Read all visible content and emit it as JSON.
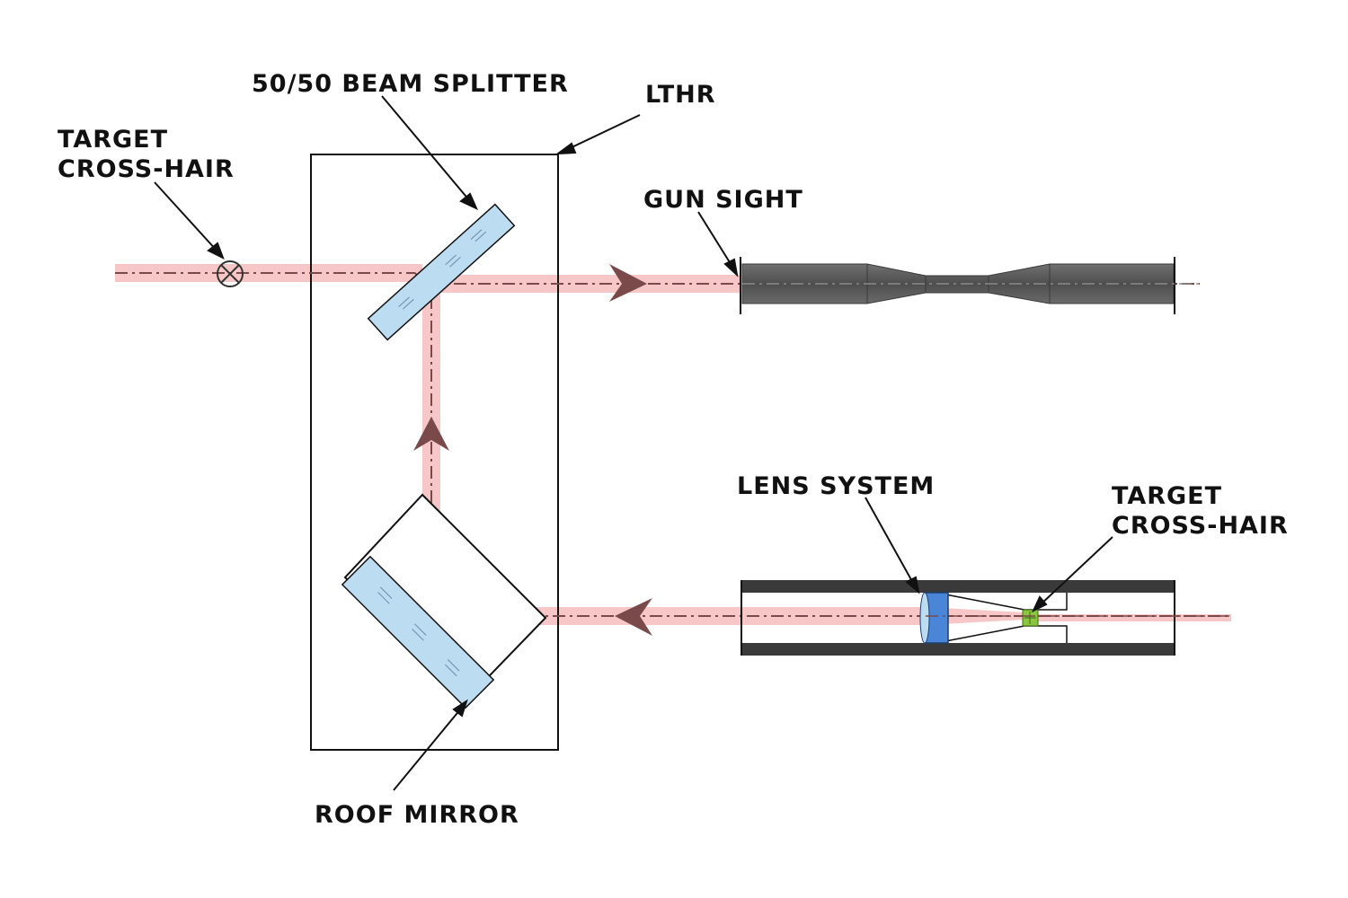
{
  "labels": {
    "beam_splitter": "50/50 BEAM SPLITTER",
    "lthr": "LTHR",
    "target_crosshair_left_line1": "TARGET",
    "target_crosshair_left_line2": "CROSS-HAIR",
    "gun_sight": "GUN SIGHT",
    "lens_system": "LENS SYSTEM",
    "target_crosshair_right_line1": "TARGET",
    "target_crosshair_right_line2": "CROSS-HAIR",
    "roof_mirror": "ROOF MIRROR"
  },
  "colors": {
    "beam": "#f7c6c6",
    "beam_axis": "#7a4a4a",
    "arrow": "#7a4a4a",
    "optic_glass": "#bcdcf2",
    "lens": "#4a86d8",
    "crosshair_target": "#8cc63f",
    "sight_body": "#5a5a5a",
    "tube_wall": "#3a3a3a",
    "outline": "#111111"
  }
}
